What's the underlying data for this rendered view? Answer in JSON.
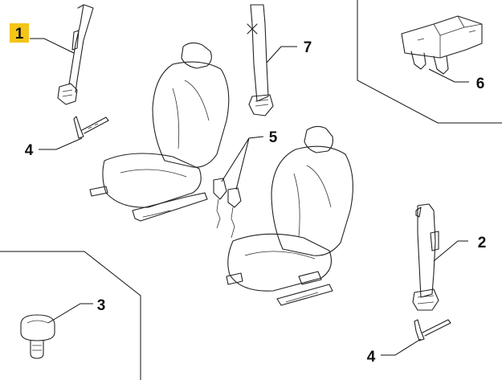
{
  "diagram": {
    "callouts": [
      {
        "id": "c1",
        "label": "1",
        "highlighted": true
      },
      {
        "id": "c2",
        "label": "2"
      },
      {
        "id": "c3",
        "label": "3"
      },
      {
        "id": "c4a",
        "label": "4"
      },
      {
        "id": "c4b",
        "label": "4"
      },
      {
        "id": "c5",
        "label": "5"
      },
      {
        "id": "c6",
        "label": "6"
      },
      {
        "id": "c7",
        "label": "7"
      }
    ],
    "colors": {
      "highlight": "#f5c518",
      "line": "#222222",
      "background": "#ffffff"
    }
  }
}
